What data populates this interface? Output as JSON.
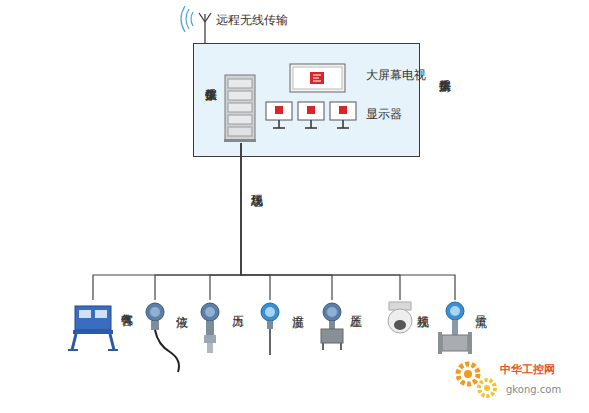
{
  "diagram": {
    "nodes": [
      {
        "text": [
          "数据采集房"
        ]
      },
      {
        "text": [
          "数据采集仪"
        ],
        "in": 0
      },
      {
        "text": [
          "大屏幕电视"
        ],
        "in": 0
      },
      {
        "text": [
          "显示器"
        ],
        "in": 0
      },
      {
        "text": [
          "有害气体"
        ]
      },
      {
        "text": [
          "液位"
        ]
      },
      {
        "text": [
          "压力"
        ]
      },
      {
        "text": [
          "温度"
        ]
      },
      {
        "text": [
          "压差"
        ]
      },
      {
        "text": [
          "视频"
        ]
      },
      {
        "text": [
          "流量"
        ]
      }
    ],
    "edges": [
      {
        "from": 1,
        "to": 4,
        "arrow": "none"
      },
      {
        "from": 1,
        "to": 5,
        "arrow": "none"
      },
      {
        "from": 1,
        "to": 6,
        "arrow": "none"
      },
      {
        "from": 1,
        "to": 7,
        "arrow": "none"
      },
      {
        "from": 1,
        "to": 8,
        "arrow": "none"
      },
      {
        "from": 1,
        "to": 9,
        "arrow": "none"
      },
      {
        "from": 1,
        "to": 10,
        "arrow": "none"
      }
    ],
    "labels": [
      "远程无线传输",
      "现场总线",
      "中华工控网",
      "gkong.com"
    ]
  }
}
